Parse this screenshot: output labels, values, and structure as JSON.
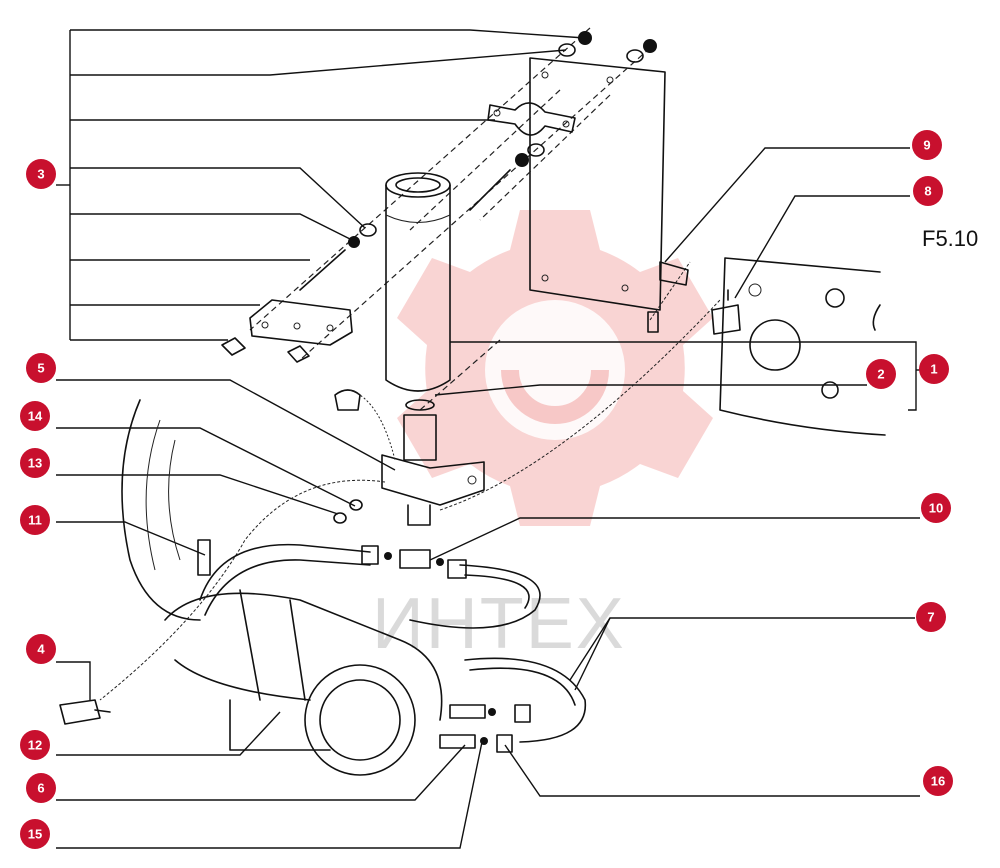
{
  "figure": {
    "label": "F5.10"
  },
  "watermark": {
    "text": "ИНТЕХ",
    "color": "#e53935"
  },
  "callouts": [
    "1",
    "2",
    "3",
    "4",
    "5",
    "6",
    "7",
    "8",
    "9",
    "10",
    "11",
    "12",
    "13",
    "14",
    "15",
    "16"
  ],
  "colors": {
    "callout_fill": "#c8102e",
    "callout_text": "#ffffff",
    "ink": "#111111"
  }
}
